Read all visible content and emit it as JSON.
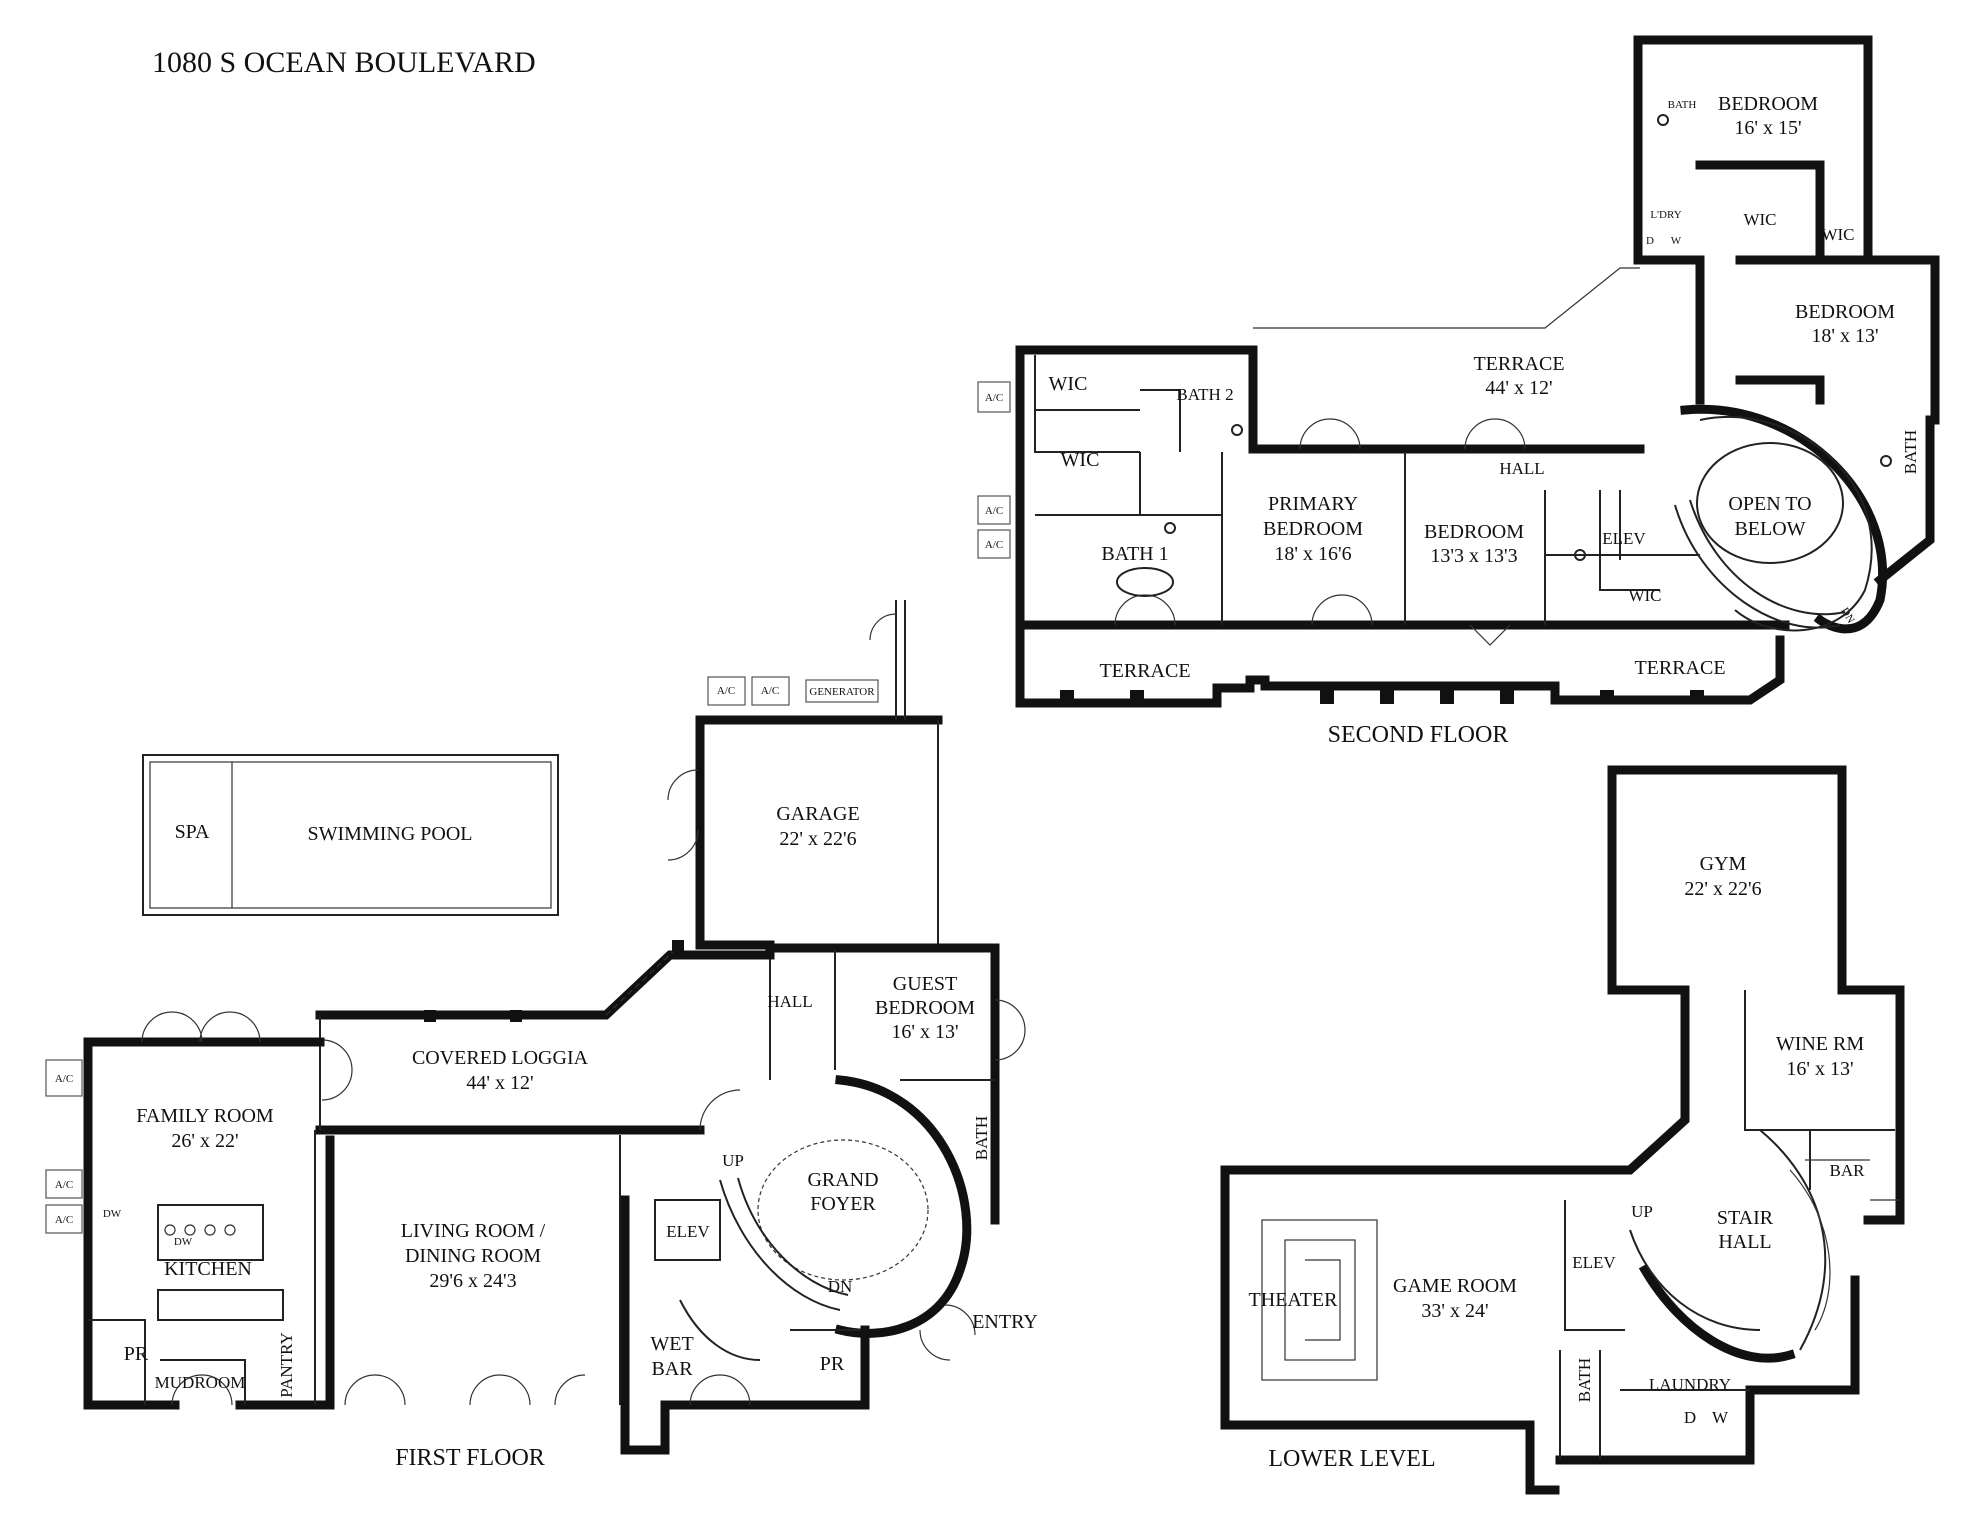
{
  "title": "1080 S OCEAN BOULEVARD",
  "floors": {
    "first": {
      "name": "FIRST FLOOR",
      "rooms": {
        "spa": "SPA",
        "pool": "SWIMMING POOL",
        "garage": "GARAGE",
        "garage_dim": "22' x 22'6",
        "guest_bedroom_1": "GUEST",
        "guest_bedroom_2": "BEDROOM",
        "guest_bedroom_dim": "16' x 13'",
        "hall": "HALL",
        "loggia": "COVERED LOGGIA",
        "loggia_dim": "44' x 12'",
        "family_room": "FAMILY ROOM",
        "family_room_dim": "26' x 22'",
        "living_1": "LIVING ROOM /",
        "living_2": "DINING ROOM",
        "living_dim": "29'6 x 24'3",
        "kitchen": "KITCHEN",
        "pr_left": "PR",
        "mudroom": "MUDROOM",
        "pantry": "PANTRY",
        "elev": "ELEV",
        "up": "UP",
        "dn": "DN",
        "grand_1": "GRAND",
        "grand_2": "FOYER",
        "wet_1": "WET",
        "wet_2": "BAR",
        "pr_right": "PR",
        "bath": "BATH",
        "entry": "ENTRY",
        "dw1": "DW",
        "dw2": "DW"
      },
      "equipment": {
        "ac_a": "A/C",
        "ac_b": "A/C",
        "generator": "GENERATOR",
        "ac_left1": "A/C",
        "ac_left2": "A/C",
        "ac_left3": "A/C"
      }
    },
    "second": {
      "name": "SECOND FLOOR",
      "rooms": {
        "bedroom_ne": "BEDROOM",
        "bedroom_ne_dim": "16' x 15'",
        "bath_ne": "BATH",
        "ldry": "L'DRY",
        "d": "D",
        "w": "W",
        "wic_a": "WIC",
        "wic_b": "WIC",
        "bedroom_e": "BEDROOM",
        "bedroom_e_dim": "18' x 13'",
        "terrace_n": "TERRACE",
        "terrace_n_dim": "44' x 12'",
        "wic_1": "WIC",
        "wic_2": "WIC",
        "bath2": "BATH 2",
        "bath1": "BATH 1",
        "primary_1": "PRIMARY",
        "primary_2": "BEDROOM",
        "primary_dim": "18' x 16'6",
        "hall": "HALL",
        "bedroom_c": "BEDROOM",
        "bedroom_c_dim": "13'3 x 13'3",
        "elev": "ELEV",
        "wic_3": "WIC",
        "open_1": "OPEN TO",
        "open_2": "BELOW",
        "bath_e": "BATH",
        "dn": "DN",
        "terrace_sw": "TERRACE",
        "terrace_se": "TERRACE"
      },
      "equipment": {
        "ac1": "A/C",
        "ac2": "A/C",
        "ac3": "A/C"
      }
    },
    "lower": {
      "name": "LOWER LEVEL",
      "rooms": {
        "gym": "GYM",
        "gym_dim": "22' x 22'6",
        "wine": "WINE RM",
        "wine_dim": "16' x 13'",
        "bar": "BAR",
        "stair_1": "STAIR",
        "stair_2": "HALL",
        "up": "UP",
        "elev": "ELEV",
        "theater": "THEATER",
        "game": "GAME ROOM",
        "game_dim": "33' x 24'",
        "bath": "BATH",
        "laundry": "LAUNDRY",
        "d": "D",
        "w": "W"
      }
    }
  }
}
